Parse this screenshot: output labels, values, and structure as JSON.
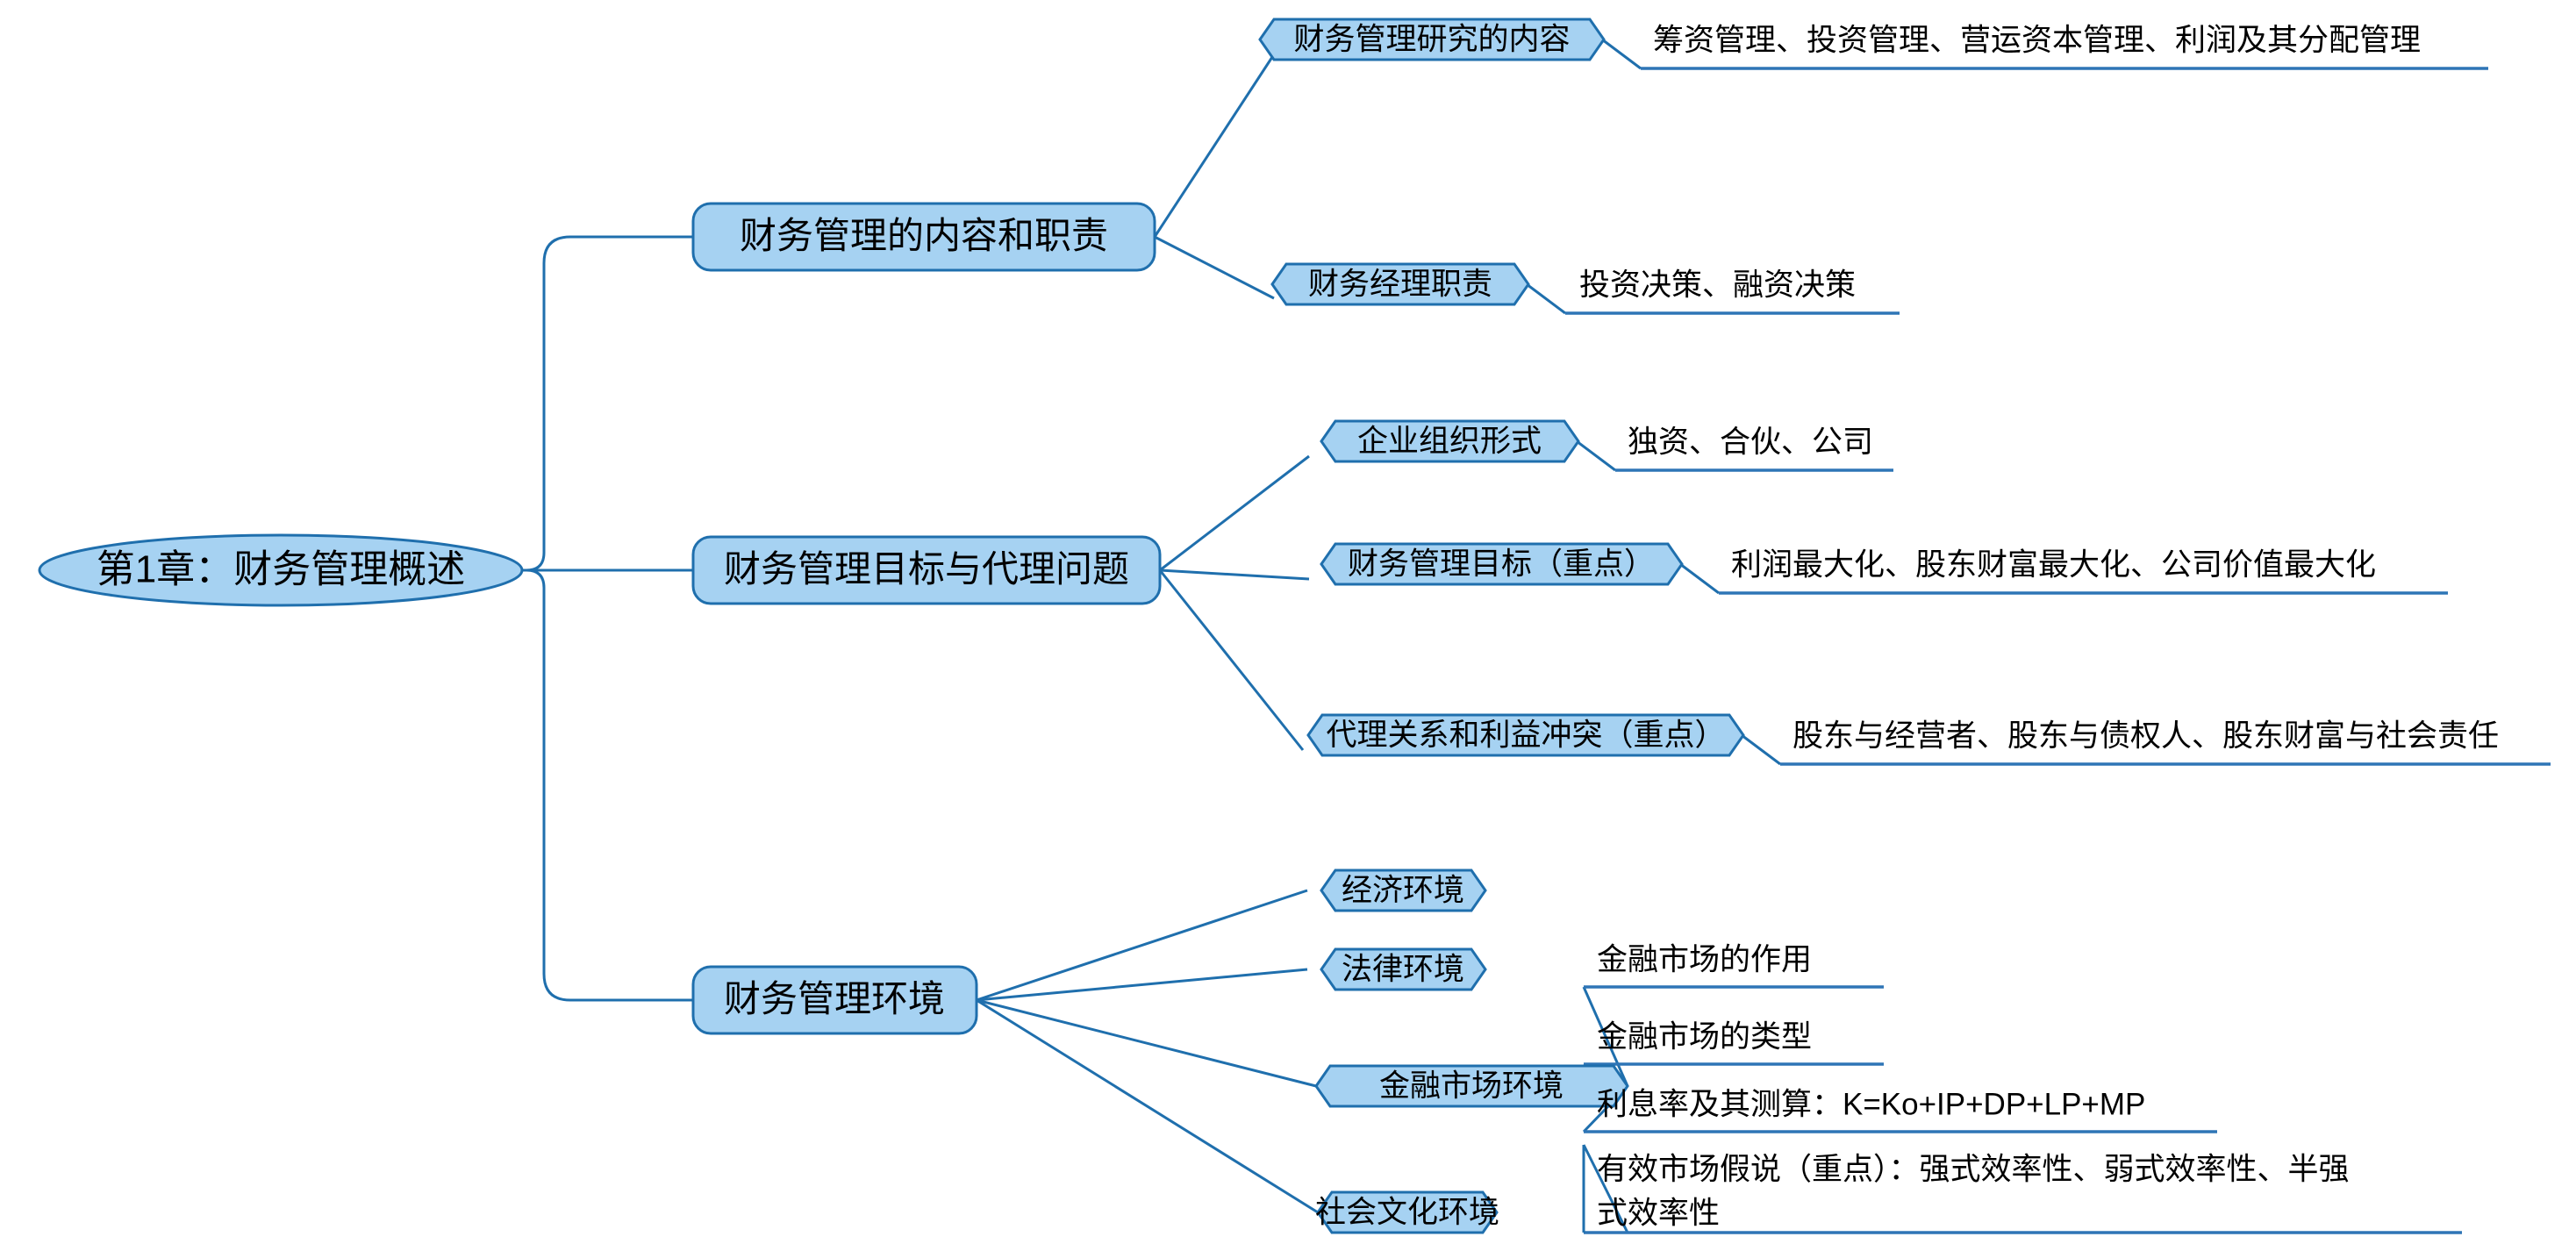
{
  "diagram": {
    "title": "第1章：财务管理概述",
    "type": "mind-map",
    "colors": {
      "node_fill": "#A6D2F2",
      "node_stroke": "#1F6FAD",
      "connector": "#1F6FAD",
      "underline": "#2E75B6",
      "text": "#000000",
      "background": "#FFFFFF"
    },
    "root": {
      "label": "第1章：财务管理概述"
    },
    "branches": [
      {
        "id": "branch-content-duties",
        "label": "财务管理的内容和职责",
        "children": [
          {
            "id": "node-research-content",
            "label": "财务管理研究的内容",
            "detail": "筹资管理、投资管理、营运资本管理、利润及其分配管理"
          },
          {
            "id": "node-manager-duties",
            "label": "财务经理职责",
            "detail": "投资决策、融资决策"
          }
        ]
      },
      {
        "id": "branch-goals-agency",
        "label": "财务管理目标与代理问题",
        "children": [
          {
            "id": "node-org-form",
            "label": "企业组织形式",
            "detail": "独资、合伙、公司"
          },
          {
            "id": "node-fin-goal",
            "label": "财务管理目标（重点）",
            "detail": "利润最大化、股东财富最大化、公司价值最大化"
          },
          {
            "id": "node-agency-conflict",
            "label": "代理关系和利益冲突（重点）",
            "detail": "股东与经营者、股东与债权人、股东财富与社会责任"
          }
        ]
      },
      {
        "id": "branch-environment",
        "label": "财务管理环境",
        "children": [
          {
            "id": "node-economic-env",
            "label": "经济环境",
            "detail": ""
          },
          {
            "id": "node-legal-env",
            "label": "法律环境",
            "detail": ""
          },
          {
            "id": "node-financial-market-env",
            "label": "金融市场环境",
            "details": [
              "金融市场的作用",
              "金融市场的类型",
              "利息率及其测算：K=Ko+IP+DP+LP+MP"
            ]
          },
          {
            "id": "node-social-culture-env",
            "label": "社会文化环境",
            "details_multiline": [
              "有效市场假说（重点）：强式效率性、弱式效率性、半强",
              "式效率性"
            ]
          }
        ]
      }
    ]
  }
}
